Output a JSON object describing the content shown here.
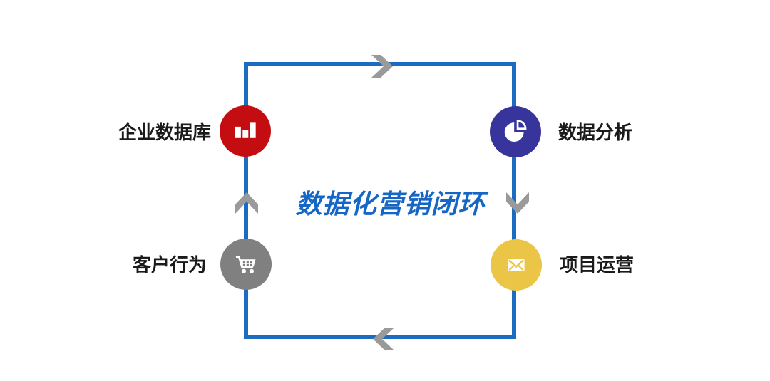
{
  "title": {
    "text": "数据化营销闭环",
    "color": "#1566C5"
  },
  "loop": {
    "color": "#1B6CC0",
    "arrow_color": "#9A9A9A",
    "direction": "clockwise",
    "arrows": [
      {
        "edge": "top",
        "points": "right"
      },
      {
        "edge": "right",
        "points": "down"
      },
      {
        "edge": "bottom",
        "points": "left"
      },
      {
        "edge": "left",
        "points": "up"
      }
    ]
  },
  "nodes": [
    {
      "label": "企业数据库",
      "color": "#C30D10",
      "icon": "bar-chart-icon",
      "position": "top-left"
    },
    {
      "label": "数据分析",
      "color": "#37349B",
      "icon": "pie-chart-icon",
      "position": "top-right"
    },
    {
      "label": "项目运营",
      "color": "#EAC546",
      "icon": "mail-icon",
      "position": "bottom-right"
    },
    {
      "label": "客户行为",
      "color": "#808080",
      "icon": "cart-icon",
      "position": "bottom-left"
    }
  ]
}
